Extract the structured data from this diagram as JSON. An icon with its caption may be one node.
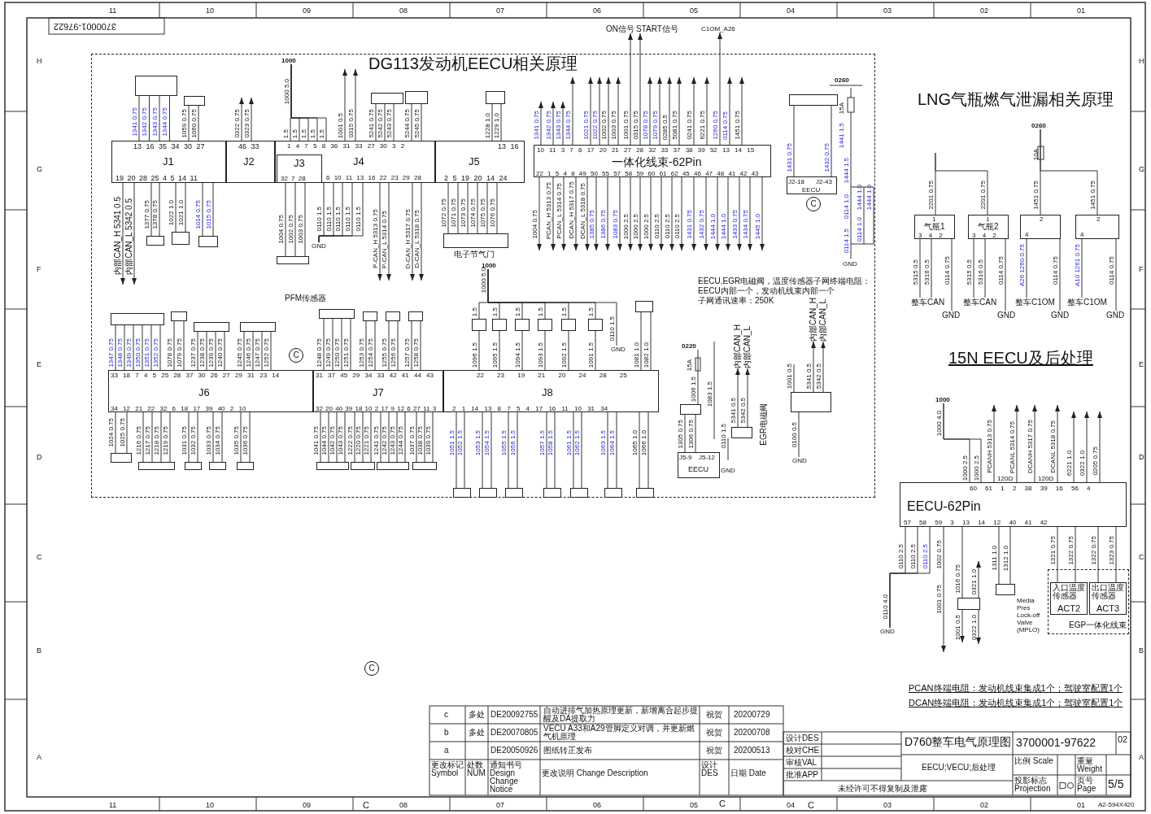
{
  "diagram": {
    "nodes": [
      {
        "text": [
          "DG113发动机EECU相关原理"
        ]
      },
      {
        "text": [
          "13 16 35 34 30 27",
          "J1",
          "19 20 28 25 4 5 14 11"
        ],
        "in": 0
      },
      {
        "text": [
          "46 33",
          "J2"
        ],
        "in": 0
      },
      {
        "text": [
          "1 4 7 5 8 36 31 33 27 30 3 2",
          "J4",
          "6 10 11 13 16 22 23 29 28"
        ],
        "in": 0
      },
      {
        "text": [
          "J3",
          "32 7 28"
        ],
        "in": 3
      },
      {
        "text": [
          "13 16",
          "J5",
          "2 5 19 20 14 24"
        ],
        "in": 0
      },
      {
        "text": [
          "10 11 3 7 6 17 20 21 27 28 32 33 37 38 39 52 13 14 15",
          "一体化线束-62Pin",
          "22 1 5 4 8 49 50 55 57 58 59 60 61 62 45 46 47 48 41 42 43"
        ],
        "in": 0
      },
      {
        "text": [
          "J2-18",
          "J2-43",
          "EECU"
        ],
        "in": 0
      },
      {
        "text": [
          "33 18 7 4 5 25 28 37 30 26 27 29 31 23 14",
          "J6",
          "34 12 21 22 32 6 18 17 39 40 2 10"
        ],
        "in": 0
      },
      {
        "text": [
          "31 37 45 29 34 33 42 41 44 43",
          "J7",
          "32 20 40 39 18 10 2 17 9 12 6 27 11 3"
        ],
        "in": 0
      },
      {
        "text": [
          "22 23 19 21 20 24 28 25",
          "J8",
          "2 1 14 13 8 7 5 4 17 16 11 10 31 34"
        ],
        "in": 0
      },
      {
        "text": [
          "J5-9",
          "J5-12",
          "EECU"
        ],
        "in": 0
      },
      {
        "text": [],
        "shape": "box",
        "in": 0
      },
      {
        "text": [
          "1",
          "气瓶1",
          "3 4 2"
        ]
      },
      {
        "text": [
          "1",
          "气瓶2",
          "3 4 2"
        ]
      },
      {
        "text": [
          "2",
          "4"
        ]
      },
      {
        "text": [
          "2",
          "4"
        ]
      },
      {
        "text": [
          "60 61 1 2 38 39 16 56 4",
          "EECU-62Pin",
          "57 58 59 3 13 14 12 40 41 42"
        ]
      },
      {
        "text": [
          "EGP一体化线束"
        ]
      },
      {
        "text": [
          "入口温度传感器",
          "ACT2"
        ],
        "in": 18
      },
      {
        "text": [
          "出口温度传感器",
          "ACT3"
        ],
        "in": 18
      },
      {
        "text": [
          "1000"
        ],
        "in": 0
      },
      {
        "text": [
          "GND"
        ],
        "in": 0
      },
      {
        "text": [
          "ON信号"
        ]
      },
      {
        "text": [
          "START信号"
        ]
      },
      {
        "text": [
          "C1OM_A26"
        ]
      },
      {
        "text": [
          "GND"
        ],
        "in": 0
      },
      {
        "text": [
          "0260"
        ]
      },
      {
        "text": [
          "整车CAN"
        ]
      },
      {
        "text": [
          "GND"
        ]
      },
      {
        "text": [
          "整车CAN"
        ]
      },
      {
        "text": [
          "GND"
        ]
      },
      {
        "text": [
          "整车C1OM"
        ]
      },
      {
        "text": [
          "GND"
        ]
      },
      {
        "text": [
          "整车C1OM"
        ]
      },
      {
        "text": [
          "GND"
        ]
      },
      {
        "text": [
          "1000"
        ]
      },
      {
        "text": [
          "GND"
        ]
      },
      {
        "text": [],
        "shape": "box",
        "beside": [
          "EGR电磁阀"
        ],
        "in": 0
      },
      {
        "text": [
          "内部CAN_H"
        ],
        "in": 0
      },
      {
        "text": [
          "内部CAN_L"
        ],
        "in": 0
      },
      {
        "text": [
          "内部CAN_H"
        ],
        "in": 0
      },
      {
        "text": [
          "内部CAN_L"
        ],
        "in": 0
      },
      {
        "text": [],
        "shape": "box",
        "in": 0
      },
      {
        "text": [],
        "shape": "box",
        "in": 0
      },
      {
        "text": [],
        "shape": "box",
        "in": 0
      },
      {
        "text": [],
        "shape": "box",
        "in": 0
      },
      {
        "text": [],
        "shape": "box",
        "in": 0
      },
      {
        "text": [],
        "shape": "box",
        "in": 0
      },
      {
        "text": [],
        "shape": "box",
        "in": 0
      },
      {
        "text": [],
        "shape": "box",
        "in": 0
      },
      {
        "text": [],
        "shape": "box",
        "in": 0
      },
      {
        "text": [],
        "shape": "box",
        "beside": [
          "电子节气门"
        ],
        "in": 0
      },
      {
        "text": [],
        "shape": "box",
        "in": 0
      },
      {
        "text": [],
        "shape": "box",
        "in": 0
      },
      {
        "text": [],
        "shape": "box",
        "in": 0
      },
      {
        "text": [],
        "shape": "box",
        "in": 0
      },
      {
        "text": [],
        "shape": "box",
        "in": 0
      },
      {
        "text": [],
        "shape": "box",
        "in": 0
      },
      {
        "text": [],
        "shape": "box",
        "in": 0
      },
      {
        "text": [],
        "shape": "box",
        "in": 0
      },
      {
        "text": [],
        "shape": "box",
        "in": 0
      },
      {
        "text": [],
        "shape": "box",
        "in": 0
      },
      {
        "text": [],
        "shape": "box",
        "in": 0
      },
      {
        "text": [],
        "shape": "box",
        "in": 0
      },
      {
        "text": [],
        "shape": "box",
        "in": 0
      },
      {
        "text": [],
        "shape": "box",
        "in": 0
      },
      {
        "text": [],
        "shape": "box",
        "in": 0
      },
      {
        "text": [],
        "shape": "box",
        "in": 0
      },
      {
        "text": [],
        "shape": "box",
        "in": 0
      },
      {
        "text": [],
        "shape": "box",
        "in": 0
      },
      {
        "text": [],
        "shape": "box",
        "in": 0
      },
      {
        "text": [],
        "shape": "box",
        "in": 0
      },
      {
        "text": [],
        "shape": "box",
        "in": 0
      },
      {
        "text": [],
        "shape": "box",
        "in": 0
      },
      {
        "text": [],
        "shape": "box",
        "in": 0
      },
      {
        "text": [],
        "shape": "box",
        "in": 0
      },
      {
        "text": [],
        "shape": "box",
        "in": 0
      },
      {
        "text": [],
        "shape": "box",
        "in": 0
      },
      {
        "text": [],
        "shape": "box",
        "in": 0
      },
      {
        "text": [],
        "shape": "box",
        "in": 0
      },
      {
        "text": [],
        "shape": "box",
        "in": 0
      },
      {
        "text": [],
        "shape": "box",
        "in": 0
      },
      {
        "text": [],
        "shape": "box",
        "in": 0
      },
      {
        "text": [],
        "shape": "box",
        "in": 0
      },
      {
        "text": [],
        "shape": "box",
        "in": 0
      },
      {
        "text": [],
        "shape": "box"
      },
      {
        "text": [],
        "shape": "box",
        "beside": [
          "Media Pres Lock-off Valve (MPLO)"
        ]
      },
      {
        "text": [
          "1000"
        ],
        "in": 0
      },
      {
        "text": [
          "GND"
        ],
        "in": 0
      },
      {
        "text": [
          "0220"
        ],
        "in": 0
      }
    ],
    "edges": [
      {
        "from": 1,
        "to": 43,
        "arrow": "none",
        "label": "1341 0.75"
      },
      {
        "from": 1,
        "to": 43,
        "arrow": "none",
        "label": "1342 0.75"
      },
      {
        "from": 1,
        "to": 43,
        "arrow": "none",
        "label": "1343 0.75"
      },
      {
        "from": 1,
        "to": 43,
        "arrow": "none",
        "label": "1344 0.75"
      },
      {
        "from": 1,
        "to": 44,
        "arrow": "none",
        "label": "1059 0.75"
      },
      {
        "from": 1,
        "to": 44,
        "arrow": "none",
        "label": "1060 0.75"
      },
      {
        "from": 1,
        "to": null,
        "arrow": "to",
        "label": "内部CAN_H 5341 0.5"
      },
      {
        "from": 1,
        "to": null,
        "arrow": "to",
        "label": "内部CAN_L 5342 0.5"
      },
      {
        "from": 1,
        "to": 48,
        "arrow": "none",
        "label": "1377 0.75"
      },
      {
        "from": 1,
        "to": 48,
        "arrow": "none",
        "label": "1378 0.75"
      },
      {
        "from": 1,
        "to": 49,
        "arrow": "none",
        "label": "1022 1.0"
      },
      {
        "from": 1,
        "to": 49,
        "arrow": "none",
        "label": "1021 1.0"
      },
      {
        "from": 1,
        "to": 50,
        "arrow": "none",
        "label": "1014 0.75"
      },
      {
        "from": 1,
        "to": 50,
        "arrow": "none",
        "label": "1015 0.75"
      },
      {
        "from": 2,
        "to": null,
        "arrow": "to",
        "label": "0322 0.75"
      },
      {
        "from": 2,
        "to": null,
        "arrow": "to",
        "label": "0323 0.75"
      },
      {
        "from": 4,
        "to": 51,
        "arrow": "none",
        "label": "1004 0.75"
      },
      {
        "from": 4,
        "to": 51,
        "arrow": "none",
        "label": "1002 0.75"
      },
      {
        "from": 4,
        "to": 51,
        "arrow": "none",
        "label": "1003 0.75"
      },
      {
        "from": 21,
        "to": 3,
        "arrow": "none",
        "label": "1.5"
      },
      {
        "from": 21,
        "to": 3,
        "arrow": "none",
        "label": "1.5"
      },
      {
        "from": 21,
        "to": 3,
        "arrow": "none",
        "label": "1.5"
      },
      {
        "from": 21,
        "to": 3,
        "arrow": "none",
        "label": "1.5"
      },
      {
        "from": 21,
        "to": 3,
        "arrow": "none",
        "label": "1.5"
      },
      {
        "from": 3,
        "to": null,
        "arrow": "to",
        "label": "1001 0.5"
      },
      {
        "from": 3,
        "to": null,
        "arrow": "to",
        "label": "0315 0.75"
      },
      {
        "from": 3,
        "to": 45,
        "arrow": "none",
        "label": "5241 0.75"
      },
      {
        "from": 3,
        "to": 45,
        "arrow": "none",
        "label": "5242 0.75"
      },
      {
        "from": 3,
        "to": 45,
        "arrow": "none",
        "label": "5243 0.75"
      },
      {
        "from": 3,
        "to": 46,
        "arrow": "none",
        "label": "5244 0.75"
      },
      {
        "from": 3,
        "to": 46,
        "arrow": "none",
        "label": "5245 0.75"
      },
      {
        "from": 3,
        "to": 22,
        "arrow": "none",
        "label": "0110 1.5"
      },
      {
        "from": 3,
        "to": 22,
        "arrow": "none",
        "label": "0110 1.5"
      },
      {
        "from": 3,
        "to": 22,
        "arrow": "none",
        "label": "0110 1.5"
      },
      {
        "from": 3,
        "to": 22,
        "arrow": "none",
        "label": "0110 1.5"
      },
      {
        "from": 3,
        "to": 22,
        "arrow": "none",
        "label": "0110 1.5"
      },
      {
        "from": 3,
        "to": null,
        "arrow": "to",
        "label": "P-CAN_H 5313 0.75"
      },
      {
        "from": 3,
        "to": null,
        "arrow": "to",
        "label": "P-CAN_L 5314 0.75"
      },
      {
        "from": 3,
        "to": null,
        "arrow": "to",
        "label": "D-CAN_H 5317 0.75"
      },
      {
        "from": 3,
        "to": null,
        "arrow": "to",
        "label": "D-CAN_L 5318 0.75"
      },
      {
        "from": 5,
        "to": 47,
        "arrow": "none",
        "label": "1228 1.0"
      },
      {
        "from": 5,
        "to": 47,
        "arrow": "none",
        "label": "1229 1.0"
      },
      {
        "from": 5,
        "to": 52,
        "arrow": "none",
        "label": "1072 0.75"
      },
      {
        "from": 5,
        "to": 52,
        "arrow": "none",
        "label": "1071 0.75"
      },
      {
        "from": 5,
        "to": 52,
        "arrow": "none",
        "label": "1073 0.75"
      },
      {
        "from": 5,
        "to": 52,
        "arrow": "none",
        "label": "1074 0.75"
      },
      {
        "from": 5,
        "to": 52,
        "arrow": "none",
        "label": "1075 0.75"
      },
      {
        "from": 5,
        "to": 52,
        "arrow": "none",
        "label": "1076 0.75"
      },
      {
        "from": 6,
        "to": null,
        "arrow": "to",
        "label": "1341 0.75"
      },
      {
        "from": 6,
        "to": null,
        "arrow": "to",
        "label": "1342 0.75"
      },
      {
        "from": 6,
        "to": null,
        "arrow": "to",
        "label": "1343 0.75"
      },
      {
        "from": 6,
        "to": null,
        "arrow": "to",
        "label": "1344 0.75"
      },
      {
        "from": 6,
        "to": null,
        "arrow": "to",
        "label": "1021 0.75"
      },
      {
        "from": 6,
        "to": null,
        "arrow": "to",
        "label": "1022 0.75"
      },
      {
        "from": 6,
        "to": null,
        "arrow": "to",
        "label": "1002 0.75"
      },
      {
        "from": 6,
        "to": null,
        "arrow": "to",
        "label": "1003 0.75"
      },
      {
        "from": 6,
        "to": 23,
        "arrow": "to",
        "label": "1001 0.75"
      },
      {
        "from": 6,
        "to": 24,
        "arrow": "to",
        "label": "0315 0.75"
      },
      {
        "from": 6,
        "to": null,
        "arrow": "to",
        "label": "1078 0.75"
      },
      {
        "from": 6,
        "to": null,
        "arrow": "to",
        "label": "1079 0.75"
      },
      {
        "from": 6,
        "to": null,
        "arrow": "to",
        "label": "0285 0.5"
      },
      {
        "from": 6,
        "to": null,
        "arrow": "to",
        "label": "5081 0.75"
      },
      {
        "from": 6,
        "to": null,
        "arrow": "to",
        "label": "0241 0.75"
      },
      {
        "from": 6,
        "to": null,
        "arrow": "to",
        "label": "6221 0.75"
      },
      {
        "from": 6,
        "to": 25,
        "arrow": "to",
        "label": "1260 0.75"
      },
      {
        "from": 6,
        "to": null,
        "arrow": "to",
        "label": "0114 0.75"
      },
      {
        "from": 6,
        "to": null,
        "arrow": "to",
        "label": "1451 0.75"
      },
      {
        "from": 6,
        "to": null,
        "arrow": "to",
        "label": "1004 0.75"
      },
      {
        "from": 6,
        "to": null,
        "arrow": "to",
        "label": "PCAN_H 5313 0.75"
      },
      {
        "from": 6,
        "to": null,
        "arrow": "to",
        "label": "PCAN_L 5314 0.75"
      },
      {
        "from": 6,
        "to": null,
        "arrow": "to",
        "label": "DCAN_H 5317 0.75"
      },
      {
        "from": 6,
        "to": null,
        "arrow": "to",
        "label": "DCAN_L 5318 0.75"
      },
      {
        "from": 6,
        "to": null,
        "arrow": "to",
        "label": "1385 0.75"
      },
      {
        "from": 6,
        "to": null,
        "arrow": "to",
        "label": "1386 0.75"
      },
      {
        "from": 6,
        "to": null,
        "arrow": "to",
        "label": "1083 0.75"
      },
      {
        "from": 6,
        "to": null,
        "arrow": "to",
        "label": "1000 2.5"
      },
      {
        "from": 6,
        "to": null,
        "arrow": "to",
        "label": "1000 2.5"
      },
      {
        "from": 6,
        "to": null,
        "arrow": "to",
        "label": "1000 2.5"
      },
      {
        "from": 6,
        "to": null,
        "arrow": "to",
        "label": "0110 2.5"
      },
      {
        "from": 6,
        "to": null,
        "arrow": "to",
        "label": "0110 2.5"
      },
      {
        "from": 6,
        "to": null,
        "arrow": "to",
        "label": "0110 2.5"
      },
      {
        "from": 6,
        "to": null,
        "arrow": "to",
        "label": "1431 0.75"
      },
      {
        "from": 6,
        "to": null,
        "arrow": "to",
        "label": "1432 0.75"
      },
      {
        "from": 6,
        "to": null,
        "arrow": "to",
        "label": "1444 1.0"
      },
      {
        "from": 6,
        "to": null,
        "arrow": "to",
        "label": "1444 1.0"
      },
      {
        "from": 6,
        "to": null,
        "arrow": "to",
        "label": "1433 0.75"
      },
      {
        "from": 6,
        "to": null,
        "arrow": "to",
        "label": "1434 0.75"
      },
      {
        "from": 6,
        "to": null,
        "arrow": "to",
        "label": "1445 1.0"
      },
      {
        "from": 7,
        "to": 53,
        "arrow": "none",
        "label": "1431 0.75"
      },
      {
        "from": 7,
        "to": 53,
        "arrow": "none",
        "label": "1432 0.75"
      },
      {
        "from": 8,
        "to": 54,
        "arrow": "none",
        "label": "1347 0.75"
      },
      {
        "from": 8,
        "to": 54,
        "arrow": "none",
        "label": "1348 0.75"
      },
      {
        "from": 8,
        "to": 54,
        "arrow": "none",
        "label": "1349 0.75"
      },
      {
        "from": 8,
        "to": 54,
        "arrow": "none",
        "label": "1350 0.75"
      },
      {
        "from": 8,
        "to": 54,
        "arrow": "none",
        "label": "1351 0.75"
      },
      {
        "from": 8,
        "to": 54,
        "arrow": "none",
        "label": "1352 0.75"
      },
      {
        "from": 8,
        "to": 55,
        "arrow": "none",
        "label": "1078 0.75"
      },
      {
        "from": 8,
        "to": 55,
        "arrow": "none",
        "label": "1079 0.75"
      },
      {
        "from": 8,
        "to": 56,
        "arrow": "none",
        "label": "1237 0.75"
      },
      {
        "from": 8,
        "to": 56,
        "arrow": "none",
        "label": "1238 0.75"
      },
      {
        "from": 8,
        "to": 56,
        "arrow": "none",
        "label": "1239 0.75"
      },
      {
        "from": 8,
        "to": 56,
        "arrow": "none",
        "label": "1240 0.75"
      },
      {
        "from": 8,
        "to": 57,
        "arrow": "none",
        "label": "1245 0.75"
      },
      {
        "from": 8,
        "to": 57,
        "arrow": "none",
        "label": "1246 0.75"
      },
      {
        "from": 8,
        "to": 57,
        "arrow": "none",
        "label": "1247 0.75"
      },
      {
        "from": 8,
        "to": 57,
        "arrow": "none",
        "label": "1252 0.75"
      },
      {
        "from": 9,
        "to": 58,
        "arrow": "none",
        "label": "1248 0.75"
      },
      {
        "from": 9,
        "to": 58,
        "arrow": "none",
        "label": "1249 0.75"
      },
      {
        "from": 9,
        "to": 58,
        "arrow": "none",
        "label": "1250 0.75"
      },
      {
        "from": 9,
        "to": 58,
        "arrow": "none",
        "label": "1251 0.75"
      },
      {
        "from": 9,
        "to": 59,
        "arrow": "none",
        "label": "1253 0.75"
      },
      {
        "from": 9,
        "to": 59,
        "arrow": "none",
        "label": "1254 0.75"
      },
      {
        "from": 9,
        "to": 60,
        "arrow": "none",
        "label": "1255 0.75"
      },
      {
        "from": 9,
        "to": 60,
        "arrow": "none",
        "label": "1256 0.75"
      },
      {
        "from": 9,
        "to": 61,
        "arrow": "none",
        "label": "1257 0.75"
      },
      {
        "from": 9,
        "to": 61,
        "arrow": "none",
        "label": "1258 0.75"
      },
      {
        "from": 10,
        "to": 62,
        "arrow": "none",
        "label": "1096 1.5"
      },
      {
        "from": 10,
        "to": 63,
        "arrow": "none",
        "label": "1095 1.5"
      },
      {
        "from": 10,
        "to": 64,
        "arrow": "none",
        "label": "1094 1.5"
      },
      {
        "from": 10,
        "to": 65,
        "arrow": "none",
        "label": "1093 1.5"
      },
      {
        "from": 10,
        "to": 66,
        "arrow": "none",
        "label": "1092 1.5"
      },
      {
        "from": 10,
        "to": 67,
        "arrow": "none",
        "label": "1091 1.5"
      },
      {
        "from": 10,
        "to": 68,
        "arrow": "none",
        "label": "1081 1.0"
      },
      {
        "from": 10,
        "to": 68,
        "arrow": "none",
        "label": "1082 1.0"
      },
      {
        "from": 8,
        "to": 69,
        "arrow": "none",
        "label": "1024 0.75"
      },
      {
        "from": 8,
        "to": 69,
        "arrow": "none",
        "label": "1025 0.75"
      },
      {
        "from": 8,
        "to": 70,
        "arrow": "none",
        "label": "1216 0.75"
      },
      {
        "from": 8,
        "to": 70,
        "arrow": "none",
        "label": "1217 0.75"
      },
      {
        "from": 8,
        "to": 70,
        "arrow": "none",
        "label": "1218 0.75"
      },
      {
        "from": 8,
        "to": 70,
        "arrow": "none",
        "label": "1219 0.75"
      },
      {
        "from": 8,
        "to": 71,
        "arrow": "none",
        "label": "1031 0.75"
      },
      {
        "from": 8,
        "to": 71,
        "arrow": "none",
        "label": "1032 0.75"
      },
      {
        "from": 8,
        "to": 72,
        "arrow": "none",
        "label": "1033 0.75"
      },
      {
        "from": 8,
        "to": 72,
        "arrow": "none",
        "label": "1034 0.75"
      },
      {
        "from": 8,
        "to": 73,
        "arrow": "none",
        "label": "1035 0.75"
      },
      {
        "from": 8,
        "to": 73,
        "arrow": "none",
        "label": "1036 0.75"
      },
      {
        "from": 9,
        "to": 74,
        "arrow": "none",
        "label": "1041 0.75"
      },
      {
        "from": 9,
        "to": 74,
        "arrow": "none",
        "label": "1044 0.75"
      },
      {
        "from": 9,
        "to": 74,
        "arrow": "none",
        "label": "1042 0.75"
      },
      {
        "from": 9,
        "to": 74,
        "arrow": "none",
        "label": "1043 0.75"
      },
      {
        "from": 9,
        "to": 75,
        "arrow": "none",
        "label": "1222 0.75"
      },
      {
        "from": 9,
        "to": 75,
        "arrow": "none",
        "label": "1220 0.75"
      },
      {
        "from": 9,
        "to": 75,
        "arrow": "none",
        "label": "1221 0.75"
      },
      {
        "from": 9,
        "to": 76,
        "arrow": "none",
        "label": "1241 0.75"
      },
      {
        "from": 9,
        "to": 76,
        "arrow": "none",
        "label": "1242 0.75"
      },
      {
        "from": 9,
        "to": 76,
        "arrow": "none",
        "label": "1243 0.75"
      },
      {
        "from": 9,
        "to": 76,
        "arrow": "none",
        "label": "1244 0.75"
      },
      {
        "from": 9,
        "to": 77,
        "arrow": "none",
        "label": "1037 0.75"
      },
      {
        "from": 9,
        "to": 77,
        "arrow": "none",
        "label": "1038 0.75"
      },
      {
        "from": 9,
        "to": 77,
        "arrow": "none",
        "label": "1039 0.75"
      },
      {
        "from": 10,
        "to": 78,
        "arrow": "none",
        "label": "1051 1.5"
      },
      {
        "from": 10,
        "to": 78,
        "arrow": "none",
        "label": "1052 1.5"
      },
      {
        "from": 10,
        "to": 79,
        "arrow": "none",
        "label": "1053 1.5"
      },
      {
        "from": 10,
        "to": 79,
        "arrow": "none",
        "label": "1054 1.5"
      },
      {
        "from": 10,
        "to": 80,
        "arrow": "none",
        "label": "1055 1.5"
      },
      {
        "from": 10,
        "to": 80,
        "arrow": "none",
        "label": "1056 1.5"
      },
      {
        "from": 10,
        "to": 81,
        "arrow": "none",
        "label": "1057 1.5"
      },
      {
        "from": 10,
        "to": 81,
        "arrow": "none",
        "label": "1058 1.5"
      },
      {
        "from": 10,
        "to": 82,
        "arrow": "none",
        "label": "1061 1.5"
      },
      {
        "from": 10,
        "to": 82,
        "arrow": "none",
        "label": "1062 1.5"
      },
      {
        "from": 10,
        "to": 83,
        "arrow": "none",
        "label": "1063 1.5"
      },
      {
        "from": 10,
        "to": 83,
        "arrow": "none",
        "label": "1064 1.5"
      },
      {
        "from": 10,
        "to": 84,
        "arrow": "none",
        "label": "1065 1.0"
      },
      {
        "from": 10,
        "to": 84,
        "arrow": "none",
        "label": "1066 1.0"
      },
      {
        "from": 11,
        "to": 85,
        "arrow": "none",
        "label": "1305 0.75"
      },
      {
        "from": 11,
        "to": 85,
        "arrow": "none",
        "label": "1306 0.75"
      },
      {
        "from": 38,
        "to": 39,
        "arrow": "to",
        "label": "5341 0.5"
      },
      {
        "from": 38,
        "to": 40,
        "arrow": "to",
        "label": "5342 0.5"
      },
      {
        "from": 12,
        "to": null,
        "arrow": "none",
        "label": "1001 0.5"
      },
      {
        "from": 12,
        "to": 26,
        "arrow": "none",
        "label": "0100 0.5"
      },
      {
        "from": 12,
        "to": 41,
        "arrow": "to",
        "label": "5341 0.5"
      },
      {
        "from": 12,
        "to": 42,
        "arrow": "to",
        "label": "5342 0.5"
      },
      {
        "from": 27,
        "to": 15,
        "arrow": "none",
        "label": "1451 0.75"
      },
      {
        "from": 27,
        "to": 16,
        "arrow": "none",
        "label": "1451 0.75"
      },
      {
        "from": null,
        "to": 13,
        "arrow": "none",
        "label": "2201 0.75"
      },
      {
        "from": null,
        "to": 14,
        "arrow": "none",
        "label": "2201 0.75"
      },
      {
        "from": 13,
        "to": 28,
        "arrow": "none",
        "label": "5315 0.5"
      },
      {
        "from": 13,
        "to": 28,
        "arrow": "none",
        "label": "5316 0.5"
      },
      {
        "from": 13,
        "to": 29,
        "arrow": "none",
        "label": "0114 0.75"
      },
      {
        "from": 14,
        "to": 30,
        "arrow": "none",
        "label": "5315 0.5"
      },
      {
        "from": 14,
        "to": 30,
        "arrow": "none",
        "label": "5316 0.5"
      },
      {
        "from": 14,
        "to": 31,
        "arrow": "none",
        "label": "0114 0.75"
      },
      {
        "from": 15,
        "to": 32,
        "arrow": "none",
        "label": "A26 1260 0.75"
      },
      {
        "from": 15,
        "to": 33,
        "arrow": "none",
        "label": "0114 0.75"
      },
      {
        "from": 16,
        "to": 34,
        "arrow": "none",
        "label": "A10 1261 0.75"
      },
      {
        "from": 16,
        "to": 35,
        "arrow": "none",
        "label": "0114 0.75"
      },
      {
        "from": 36,
        "to": 17,
        "arrow": "none",
        "label": "1000 2.5"
      },
      {
        "from": 36,
        "to": 17,
        "arrow": "none",
        "label": "1000 2.5"
      },
      {
        "from": 17,
        "to": null,
        "arrow": "to",
        "label": "PCANH 5313 0.75"
      },
      {
        "from": 17,
        "to": null,
        "arrow": "to",
        "label": "PCANL 5314 0.75"
      },
      {
        "from": 17,
        "to": null,
        "arrow": "to",
        "label": "DCANH 5317 0.75"
      },
      {
        "from": 17,
        "to": null,
        "arrow": "to",
        "label": "DCANL 5318 0.75"
      },
      {
        "from": 17,
        "to": null,
        "arrow": "to",
        "label": "6221 1.0"
      },
      {
        "from": 17,
        "to": null,
        "arrow": "to",
        "label": "0322 1.0"
      },
      {
        "from": 17,
        "to": null,
        "arrow": "to",
        "label": "0205 0.75"
      },
      {
        "from": 17,
        "to": 37,
        "arrow": "none",
        "label": "0110 2.5"
      },
      {
        "from": 17,
        "to": 37,
        "arrow": "none",
        "label": "0110 2.5"
      },
      {
        "from": 17,
        "to": 37,
        "arrow": "none",
        "label": "0110 2.5"
      },
      {
        "from": 17,
        "to": null,
        "arrow": "to",
        "label": "1002 0.75"
      },
      {
        "from": 17,
        "to": 86,
        "arrow": "none",
        "label": "1016 0.75"
      },
      {
        "from": 17,
        "to": 87,
        "arrow": "none",
        "label": "1311 1.0"
      },
      {
        "from": 17,
        "to": 87,
        "arrow": "none",
        "label": "1312 1.0"
      },
      {
        "from": 17,
        "to": 19,
        "arrow": "none",
        "label": "1321 0.75"
      },
      {
        "from": 17,
        "to": 19,
        "arrow": "none",
        "label": "1322 0.75"
      },
      {
        "from": 17,
        "to": 20,
        "arrow": "none",
        "label": "1322 0.75"
      },
      {
        "from": 17,
        "to": 20,
        "arrow": "none",
        "label": "1323 0.75"
      },
      {
        "from": 88,
        "to": 62,
        "arrow": "none",
        "label": "1.5"
      },
      {
        "from": 88,
        "to": 63,
        "arrow": "none",
        "label": "1.5"
      },
      {
        "from": 88,
        "to": 64,
        "arrow": "none",
        "label": "1.5"
      },
      {
        "from": 88,
        "to": 65,
        "arrow": "none",
        "label": "1.5"
      },
      {
        "from": 88,
        "to": 66,
        "arrow": "none",
        "label": "1.5"
      },
      {
        "from": 88,
        "to": 67,
        "arrow": "none",
        "label": "1.5"
      },
      {
        "from": 88,
        "to": 89,
        "arrow": "none",
        "label": "0110 1.5"
      },
      {
        "from": 90,
        "to": 85,
        "arrow": "none",
        "label": "1006 1.5"
      },
      {
        "from": 86,
        "to": null,
        "arrow": "to",
        "label": "1001 0.5"
      },
      {
        "from": 86,
        "to": null,
        "arrow": "to",
        "label": "0321 1.0"
      },
      {
        "from": 86,
        "to": null,
        "arrow": "to",
        "label": "0322 1.0"
      }
    ],
    "labels": [
      "1000 5.0",
      "0260",
      "15A",
      "1441 1.5",
      "1444 1.5",
      "0114 1.0",
      "1444 1.0",
      "1444 1.0",
      "0114 1.5",
      "0114 1.0",
      "GND",
      "C",
      "C",
      "C",
      "PFM传感器",
      "1000 5.0",
      "EECU,EGR电磁阀，温度传感器子网终端电阻：",
      "EECU内部一个，发动机线束内部一个",
      "子网通讯速率：250K",
      "15A",
      "1083 1.5",
      "0110 1.5",
      "GND",
      "LNG气瓶燃气泄漏相关原理",
      "10A",
      "15N EECU及后处理",
      "1000 4.0",
      "120Ω",
      "120Ω",
      "0110 4.0",
      "1001 0.75",
      "PCAN终端电阻：发动机线束集成1个；驾驶室配置1个",
      "DCAN终端电阻：发动机线束集成1个；驾驶室配置1个",
      "11",
      "10",
      "09",
      "08",
      "07",
      "06",
      "05",
      "04",
      "03",
      "02",
      "01",
      "11",
      "10",
      "09",
      "08",
      "07",
      "06",
      "05",
      "04",
      "03",
      "02",
      "01",
      "H",
      "G",
      "F",
      "E",
      "D",
      "C",
      "B",
      "A",
      "H",
      "G",
      "F",
      "E",
      "D",
      "C",
      "B",
      "A",
      "3700001-97622",
      "C",
      "C",
      "C",
      "c",
      "多处",
      "DE20092755",
      "自动进排气加热原理更新，新增离合起步提醒及DA提取力",
      "祝贺",
      "20200729",
      "b",
      "多处",
      "DE20070805",
      "VECU A33和A29管脚定义对调，并更新燃气机原理",
      "祝贺",
      "20200708",
      "a",
      "DE20050926",
      "图纸转正发布",
      "祝贺",
      "20200513",
      "更改标记 Symbol",
      "处数 NUM",
      "通知书号 Design Change Notice",
      "更改说明 Change Description",
      "设计 DES",
      "日期 Date",
      "设计DES",
      "校对CHE",
      "审核VAL",
      "批准APP",
      "D760整车电气原理图",
      "3700001-97622",
      "02",
      "EECU;VECU;后处理",
      "比例 Scale",
      "重量 Weight",
      "投影标志 Projection",
      "页号 Page",
      "5/5",
      "未经许可不得复制及泄露",
      "A2-594X420"
    ]
  }
}
